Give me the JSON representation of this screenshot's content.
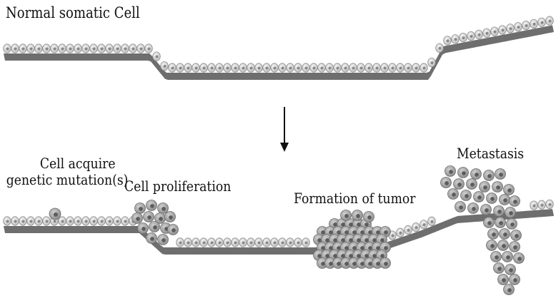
{
  "diagram": {
    "top_title": "Normal somatic Cell",
    "stage_mutation_line1": "Cell acquire",
    "stage_mutation_line2": "genetic mutation(s)",
    "stage_proliferation": "Cell proliferation",
    "stage_tumor": "Formation of tumor",
    "stage_metastasis": "Metastasis"
  },
  "colors": {
    "membrane": "#6e6e6e",
    "cell_fill": "#d6d6d6",
    "cell_border": "#8c8c8c",
    "nucleus": "#888888",
    "tumor_cell": "#a8a8a8",
    "tumor_nucleus": "#5c5c5c",
    "arrow": "#111111"
  }
}
